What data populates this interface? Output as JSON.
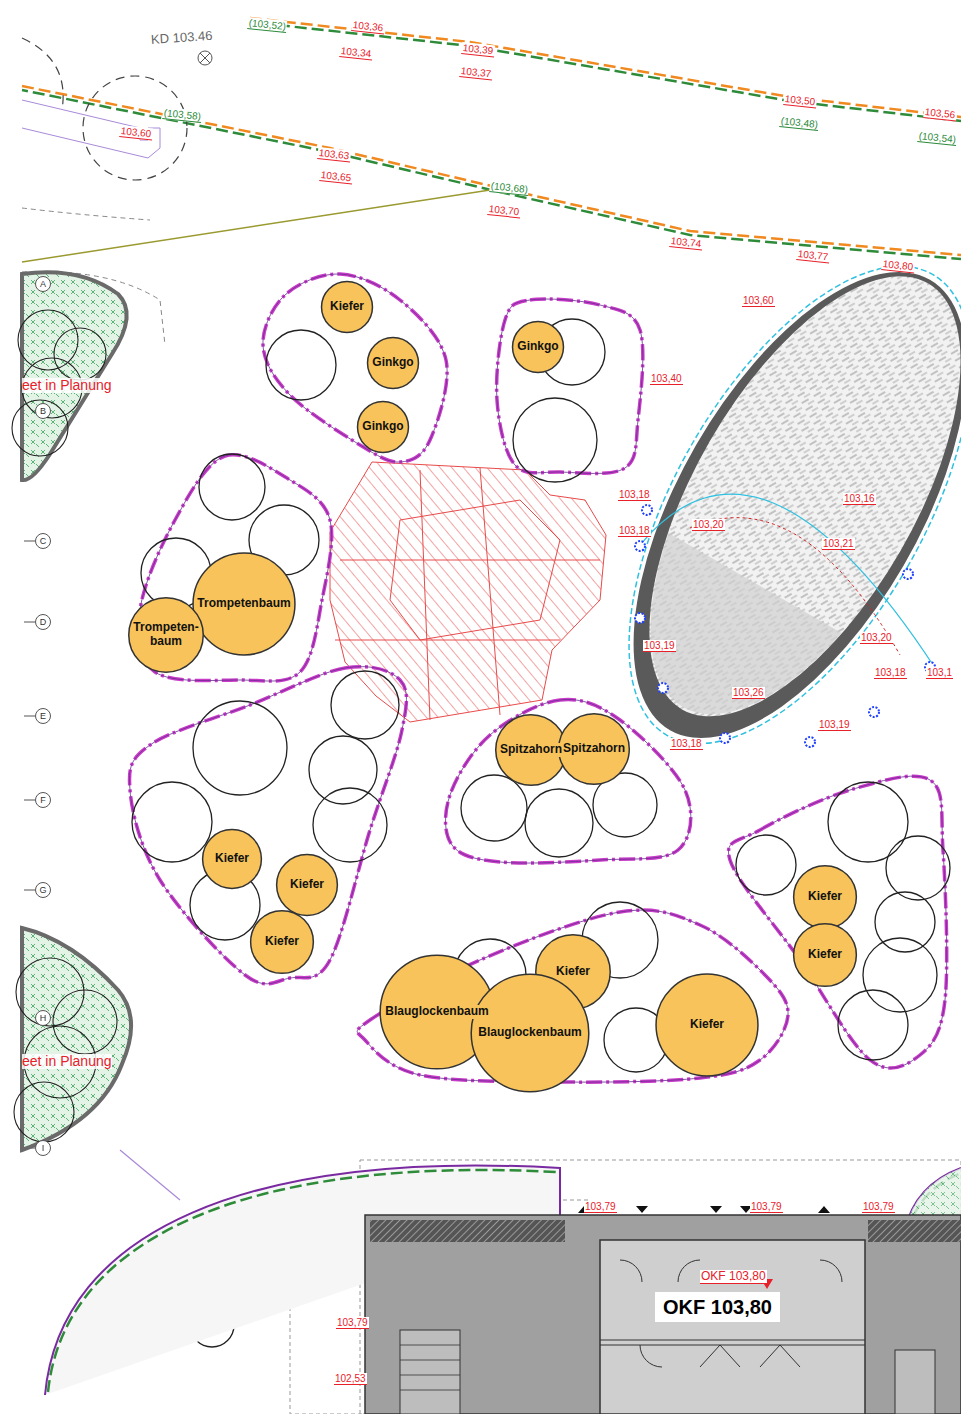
{
  "diagram": {
    "nodes": [
      {
        "text": [
          "eet in Planung"
        ]
      },
      {
        "text": [
          "Kiefer"
        ]
      },
      {
        "text": [
          "Ginkgo"
        ]
      },
      {
        "text": [
          "Ginkgo"
        ]
      },
      {
        "text": [
          "Ginkgo"
        ]
      },
      {
        "text": [
          "Trompetenbaum"
        ]
      },
      {
        "text": [
          "Trompeten- baum"
        ]
      },
      {
        "text": [
          "Spitzahorn"
        ]
      },
      {
        "text": [
          "Spitzahorn"
        ]
      },
      {
        "text": [
          "Kiefer"
        ]
      },
      {
        "text": [
          "Kiefer"
        ]
      },
      {
        "text": [
          "Kiefer"
        ]
      },
      {
        "text": [
          "Kiefer"
        ]
      },
      {
        "text": [
          "Kiefer"
        ]
      },
      {
        "text": [
          "Blauglockenbaum"
        ]
      },
      {
        "text": [
          "Kiefer"
        ]
      },
      {
        "text": [
          "Blauglockenbaum"
        ]
      },
      {
        "text": [
          "Kiefer"
        ]
      },
      {
        "text": [
          "eet in Planung"
        ]
      },
      {
        "text": [
          "OKF 103,80"
        ]
      },
      {
        "text": [
          "A"
        ]
      },
      {
        "text": [
          "B"
        ]
      },
      {
        "text": [
          "C"
        ]
      },
      {
        "text": [
          "D"
        ]
      },
      {
        "text": [
          "E"
        ]
      },
      {
        "text": [
          "F"
        ]
      },
      {
        "text": [
          "G"
        ]
      },
      {
        "text": [
          "H"
        ]
      },
      {
        "text": [
          "I"
        ]
      }
    ],
    "labels": [
      "KD 103.46",
      "(103,52)",
      "103,36",
      "103,34",
      "103,39",
      "103,37",
      "103,50",
      "(103,48)",
      "103,56",
      "(103,54)",
      "(103,58)",
      "103,60",
      "103,63",
      "103,65",
      "(103,68)",
      "103,70",
      "103,74",
      "103,77",
      "103,80",
      "103,60",
      "103,40",
      "103,18",
      "103,18",
      "103,20",
      "103,21",
      "103,16",
      "103,20",
      "103,18",
      "103,19",
      "103,26",
      "103,19",
      "103,18",
      "103,1",
      "103,79",
      "103,79",
      "103,79",
      "OKF 103,80",
      "103,79",
      "102,53"
    ]
  }
}
